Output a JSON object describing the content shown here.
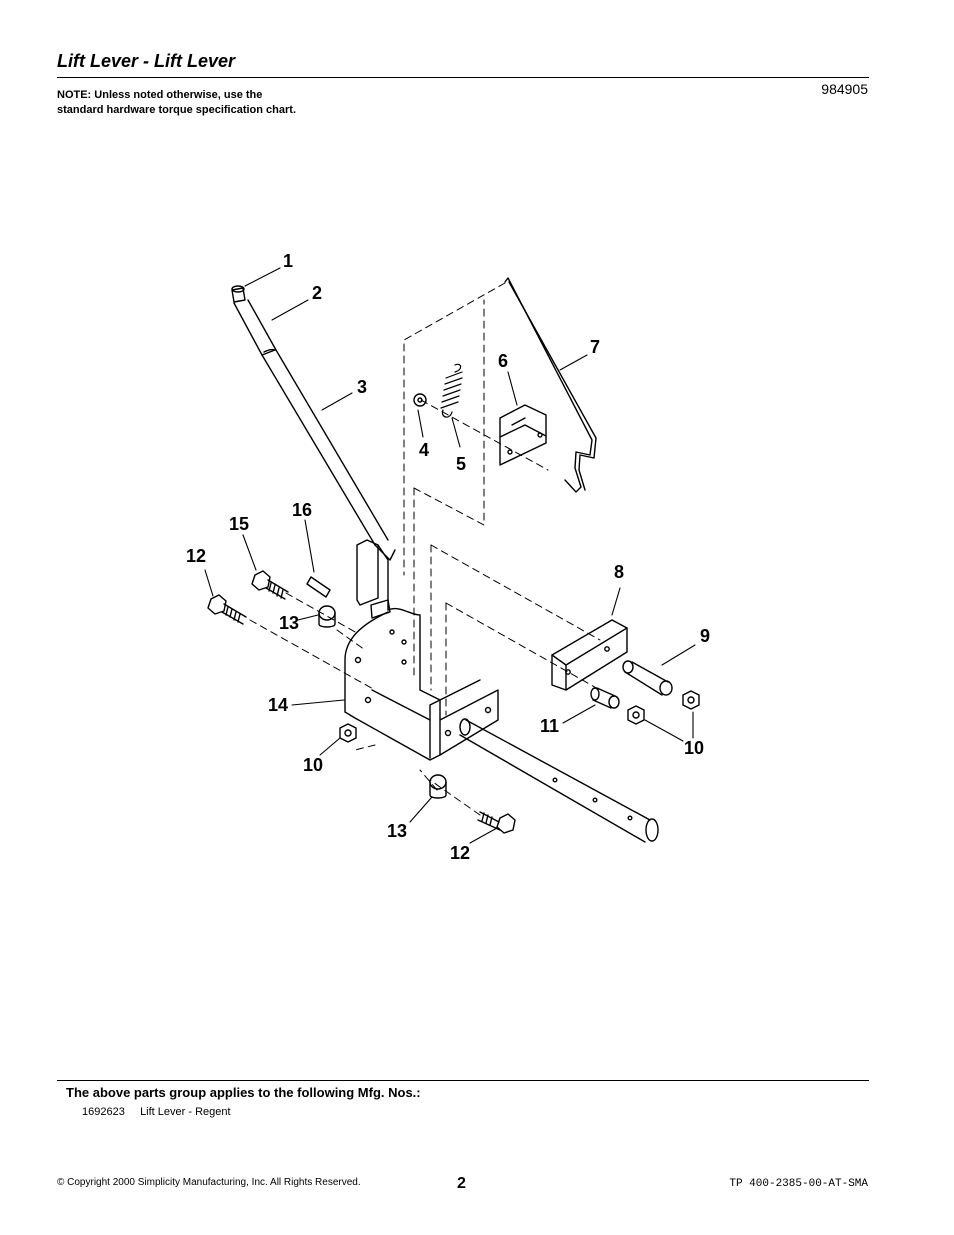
{
  "header": {
    "title": "Lift Lever - Lift Lever",
    "note": "NOTE: Unless noted otherwise, use the standard hardware torque specification chart.",
    "doc_number": "984905"
  },
  "diagram": {
    "callouts": [
      "1",
      "2",
      "3",
      "4",
      "5",
      "6",
      "7",
      "8",
      "9",
      "10",
      "10",
      "11",
      "12",
      "12",
      "13",
      "13",
      "14",
      "15",
      "16"
    ]
  },
  "applies": {
    "heading": "The above parts group applies to the following Mfg. Nos.:",
    "items": [
      {
        "mfg_no": "1692623",
        "description": "Lift Lever - Regent"
      }
    ]
  },
  "footer": {
    "copyright": "© Copyright 2000 Simplicity Manufacturing, Inc. All Rights Reserved.",
    "page": "2",
    "tp_code": "TP 400-2385-00-AT-SMA"
  }
}
